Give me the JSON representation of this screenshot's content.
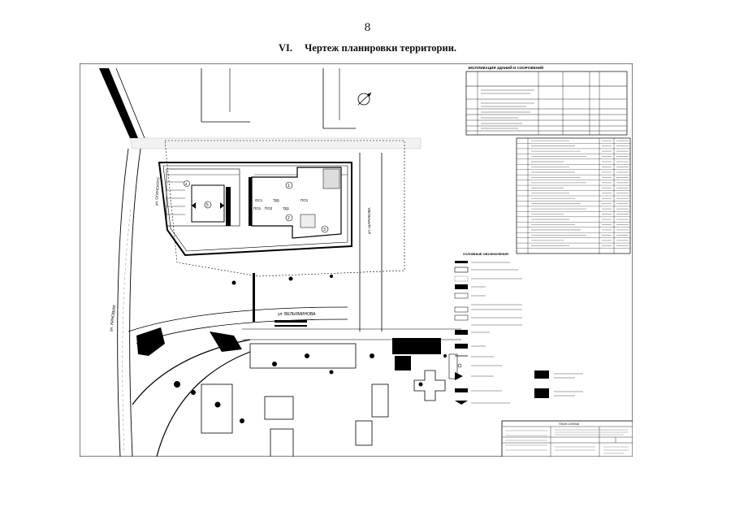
{
  "page": {
    "number": "8"
  },
  "heading": {
    "number": "VI.",
    "title": "Чертеж планировки территории."
  },
  "drawing": {
    "legend_top_title": "ЭКСПЛИКАЦИЯ ЗДАНИЙ И СООРУЖЕНИЙ",
    "legend_conventional_title": "УСЛОВНЫЕ ОБОЗНАЧЕНИЯ",
    "street_left": "ул. ОГИНСКОГО",
    "street_vertical": "ул. ШАРИКОВА",
    "street_bottom": "ул. ВЕЛЬЯМИНОВА",
    "street_lower_left": "ул. КИНОВИЯ",
    "building_numbers": [
      "1",
      "2",
      "3",
      "4",
      "5"
    ],
    "zone_codes": [
      "ПО1",
      "ТД1",
      "ПО2",
      "ПО1",
      "ТД1",
      "ОС1"
    ],
    "title_block_caption": "ПЛАН-СХЕМА"
  }
}
